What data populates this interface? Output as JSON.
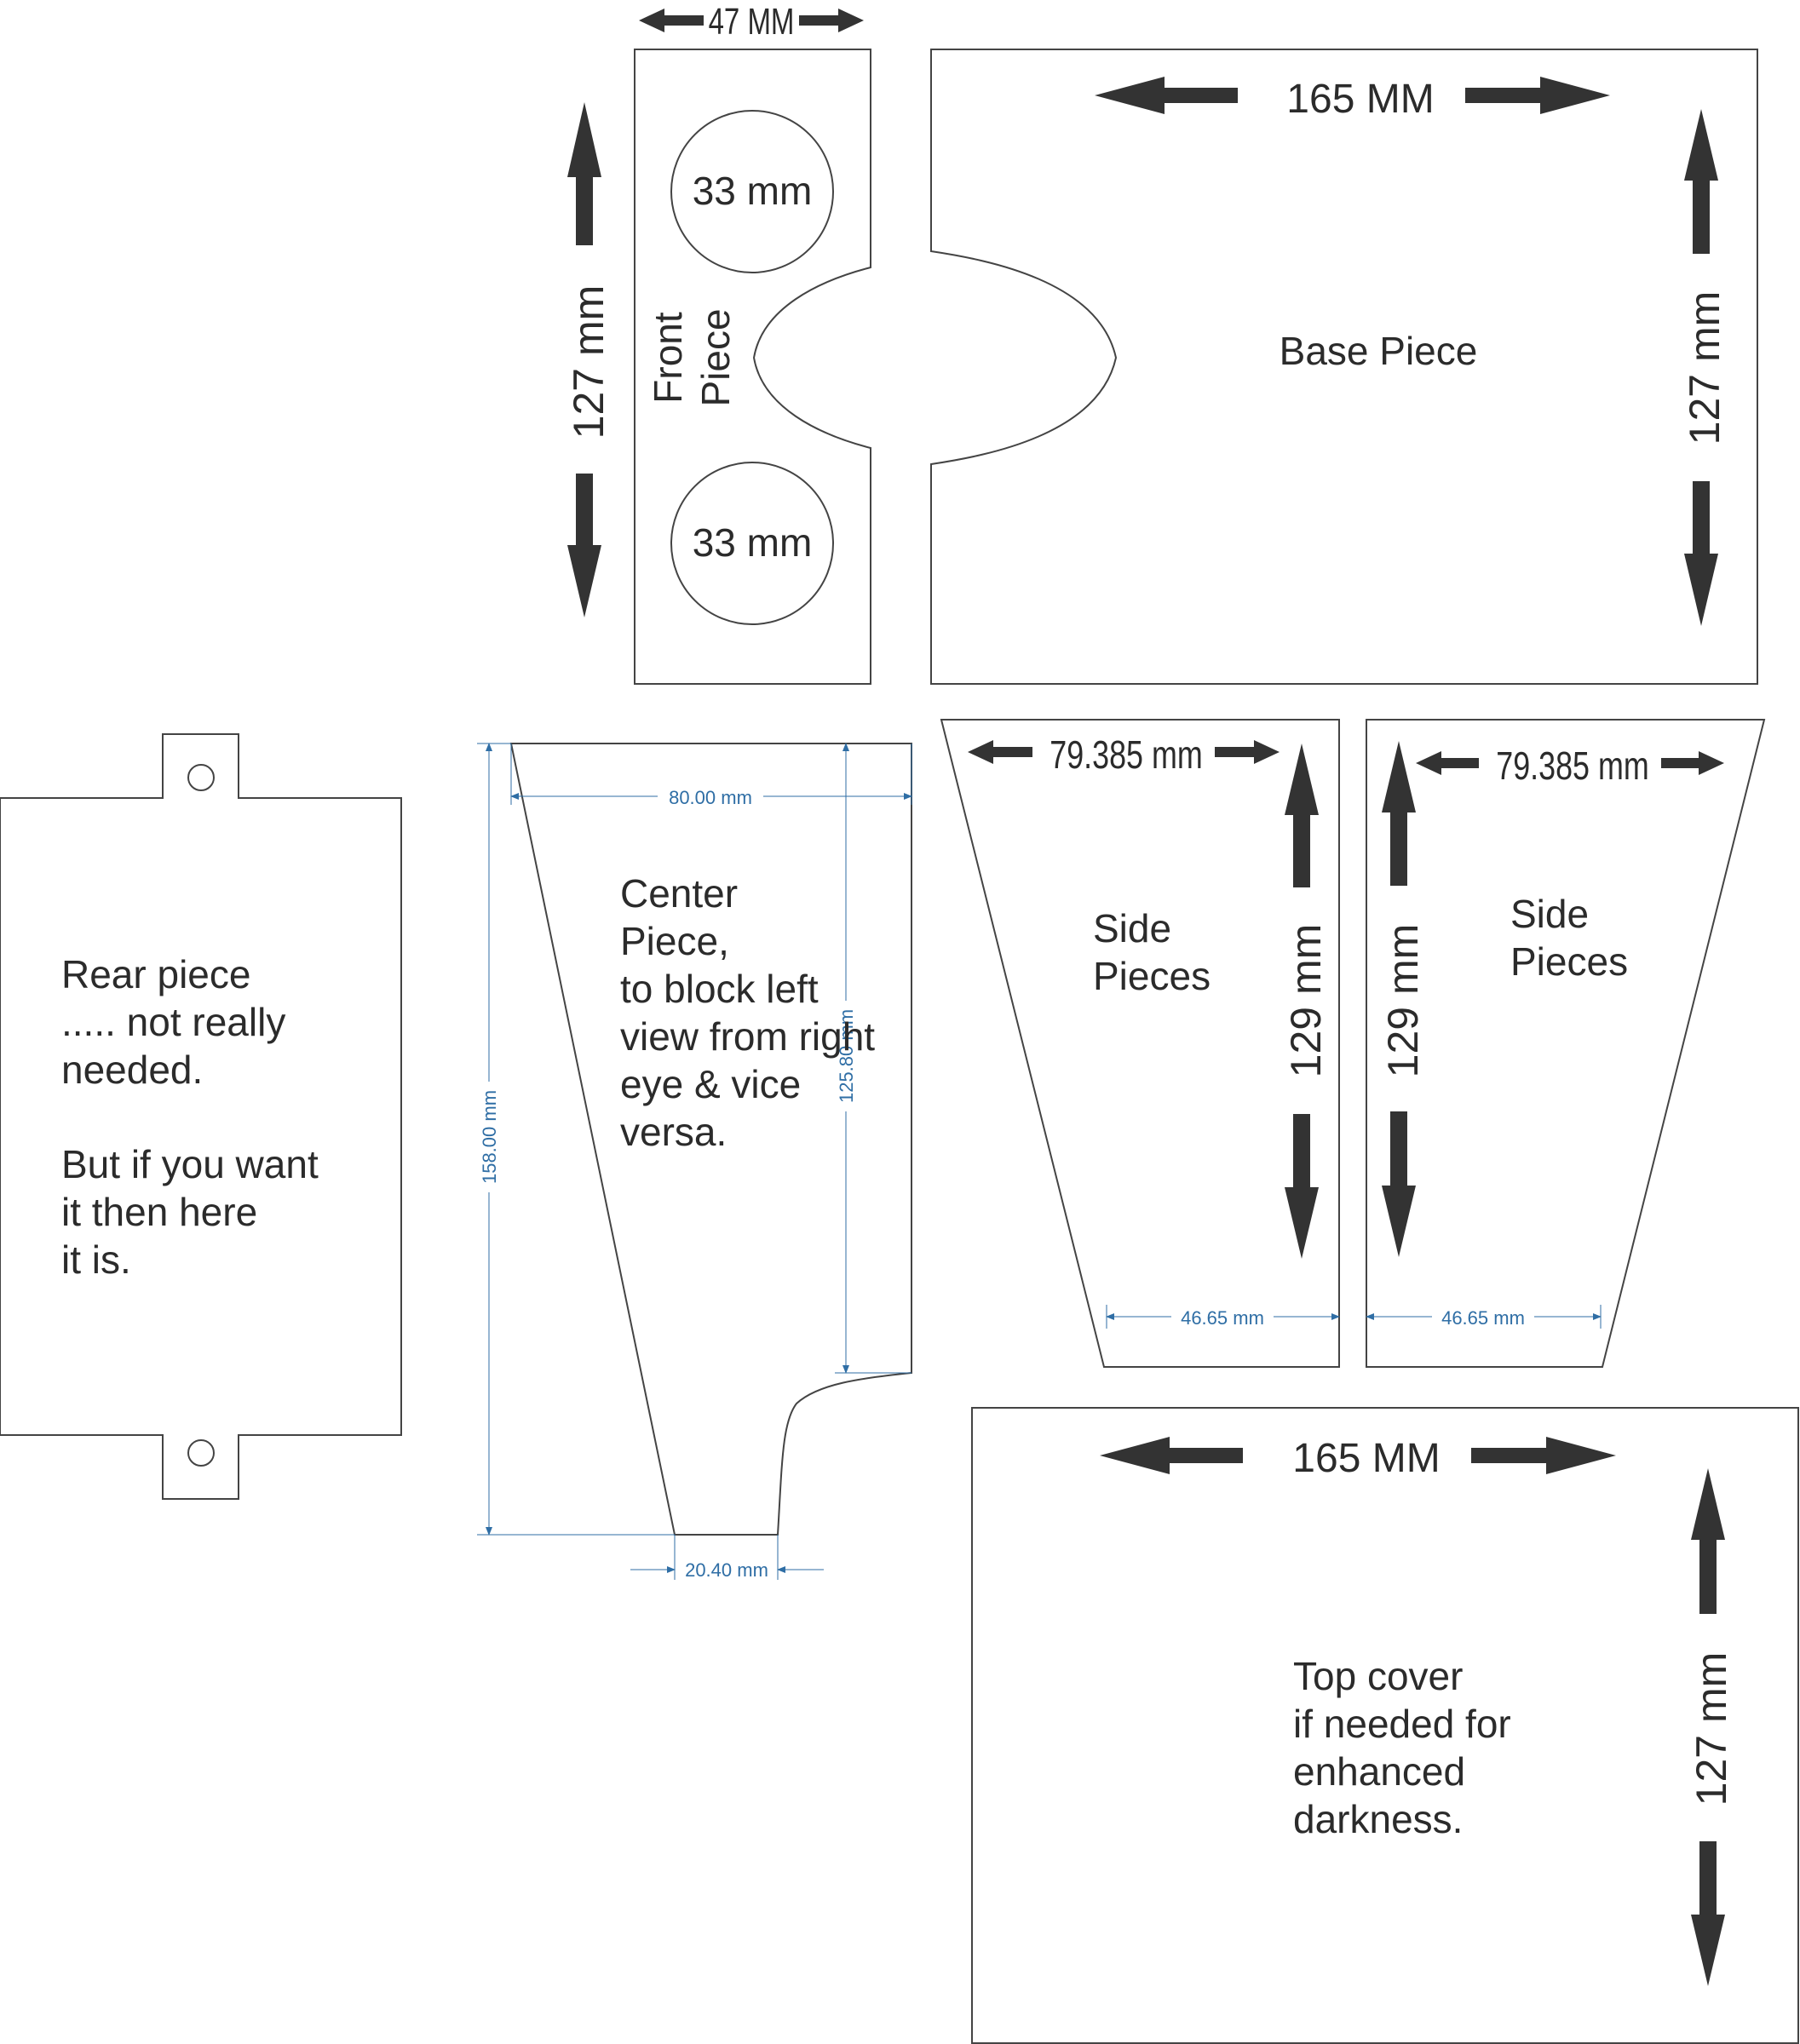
{
  "colors": {
    "outline": "#444444",
    "arrow": "#333333",
    "text": "#2b2b2b",
    "dimension": "#2f6ea5",
    "background": "#ffffff"
  },
  "front_piece": {
    "label_line1": "Front",
    "label_line2": "Piece",
    "width_label": "47 MM",
    "height_label": "127 mm",
    "hole_top": "33 mm",
    "hole_bottom": "33 mm"
  },
  "base_piece": {
    "label": "Base Piece",
    "width_label": "165 MM",
    "height_label": "127 mm"
  },
  "rear_piece": {
    "lines": [
      "Rear piece",
      "..... not really",
      "needed.",
      "",
      "But if you want",
      "it then here",
      "it is."
    ]
  },
  "center_piece": {
    "lines": [
      "Center",
      "Piece,",
      "to block left",
      "view from right",
      "eye & vice",
      "versa."
    ],
    "dim_top": "80.00 mm",
    "dim_left": "158.00 mm",
    "dim_right": "125.80 mm",
    "dim_bottom": "20.40 mm"
  },
  "side_piece_left": {
    "line1": "Side",
    "line2": "Pieces",
    "width_label": "79.385 mm",
    "height_label": "129 mm",
    "bottom_dim": "46.65 mm"
  },
  "side_piece_right": {
    "line1": "Side",
    "line2": "Pieces",
    "width_label": "79.385 mm",
    "height_label": "129 mm",
    "bottom_dim": "46.65 mm"
  },
  "top_cover": {
    "lines": [
      "Top cover",
      "if needed for",
      "enhanced",
      "darkness."
    ],
    "width_label": "165 MM",
    "height_label": "127 mm"
  }
}
